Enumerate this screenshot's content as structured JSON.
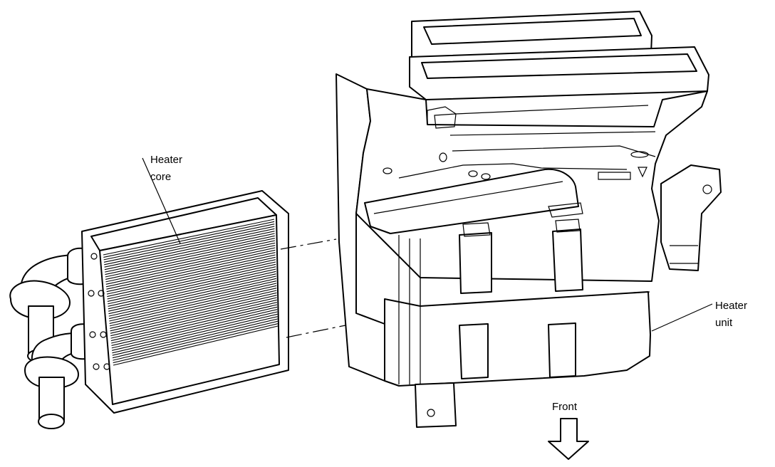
{
  "labels": {
    "heater_core_line1": "Heater",
    "heater_core_line2": "core",
    "heater_unit_line1": "Heater",
    "heater_unit_line2": "unit",
    "front": "Front"
  }
}
